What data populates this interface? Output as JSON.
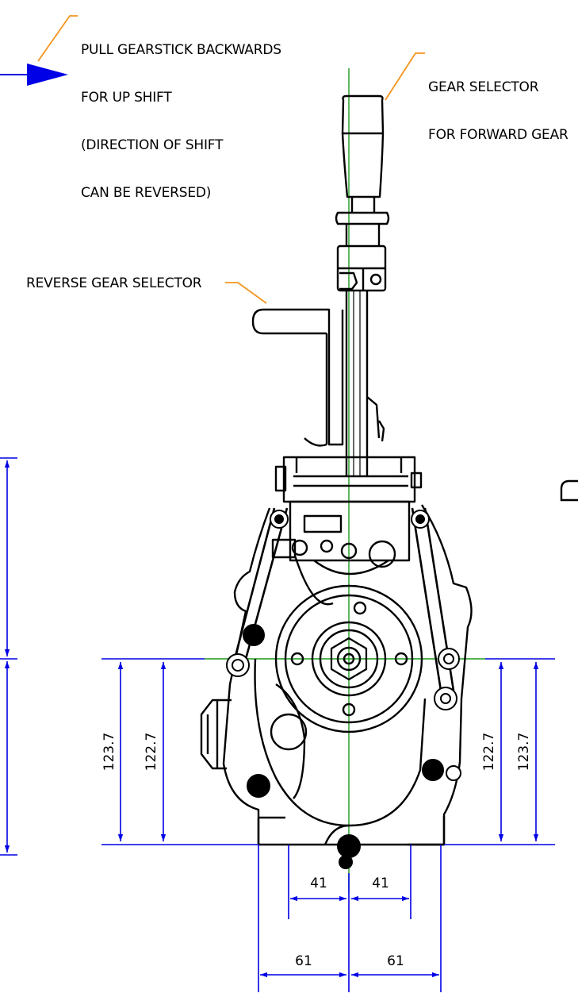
{
  "annotations": {
    "upshift": [
      "PULL GEARSTICK BACKWARDS",
      "FOR UP SHIFT",
      "(DIRECTION OF SHIFT",
      "CAN BE REVERSED)"
    ],
    "gear_selector": [
      "GEAR SELECTOR",
      "FOR FORWARD GEAR"
    ],
    "reverse_selector": "REVERSE GEAR SELECTOR"
  },
  "dimensions": {
    "left_outer_height": "123.7",
    "left_inner_height": "122.7",
    "right_inner_height": "122.7",
    "right_outer_height": "123.7",
    "inner_left_half": "41",
    "inner_right_half": "41",
    "outer_left_half": "61",
    "outer_right_half": "61"
  },
  "colors": {
    "dimension": "#0000e6",
    "centerline": "#1a9a1a",
    "leader": "#f5941e",
    "outline": "#000000"
  }
}
